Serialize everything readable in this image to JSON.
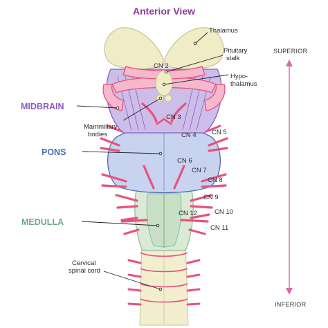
{
  "title": "Anterior View",
  "labels": {
    "thalamus": "Thalamus",
    "pituitary_1": "Pituitary",
    "pituitary_2": "stalk",
    "hypo_1": "Hypo-",
    "hypo_2": "thalamus",
    "mammillary_1": "Mammillary",
    "mammillary_2": "bodies",
    "cervical_1": "Cervical",
    "cervical_2": "spinal cord"
  },
  "regions": {
    "midbrain": "MIDBRAIN",
    "pons": "PONS",
    "medulla": "MEDULLA"
  },
  "cranial_nerves": {
    "cn2": "CN 2",
    "cn3": "CN 3",
    "cn4": "CN 4",
    "cn5": "CN 5",
    "cn6": "CN 6",
    "cn7": "CN 7",
    "cn8": "CN 8",
    "cn9": "CN 9",
    "cn10": "CN 10",
    "cn11": "CN 11",
    "cn12": "CN 12"
  },
  "axis": {
    "superior": "SUPERIOR",
    "inferior": "INFERIOR"
  },
  "colors": {
    "title": "#8a3a92",
    "midbrain": "#8b5cc4",
    "pons": "#4a6bb5",
    "medulla": "#6fa884",
    "nerve": "#e8517a",
    "thalamus": "#f0ecc6",
    "axis_arrow": "#d86aa8"
  }
}
